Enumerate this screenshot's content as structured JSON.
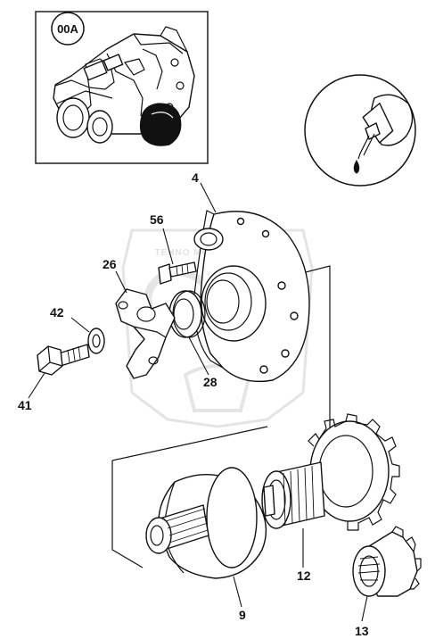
{
  "diagram": {
    "badge": "00A",
    "watermark": "TEHNO MOTOR TECHNIK",
    "callouts": [
      {
        "id": "part-4",
        "text": "4"
      },
      {
        "id": "part-56",
        "text": "56"
      },
      {
        "id": "part-26",
        "text": "26"
      },
      {
        "id": "part-42",
        "text": "42"
      },
      {
        "id": "part-41",
        "text": "41"
      },
      {
        "id": "part-28",
        "text": "28"
      },
      {
        "id": "part-9",
        "text": "9"
      },
      {
        "id": "part-12",
        "text": "12"
      },
      {
        "id": "part-13",
        "text": "13"
      }
    ]
  }
}
